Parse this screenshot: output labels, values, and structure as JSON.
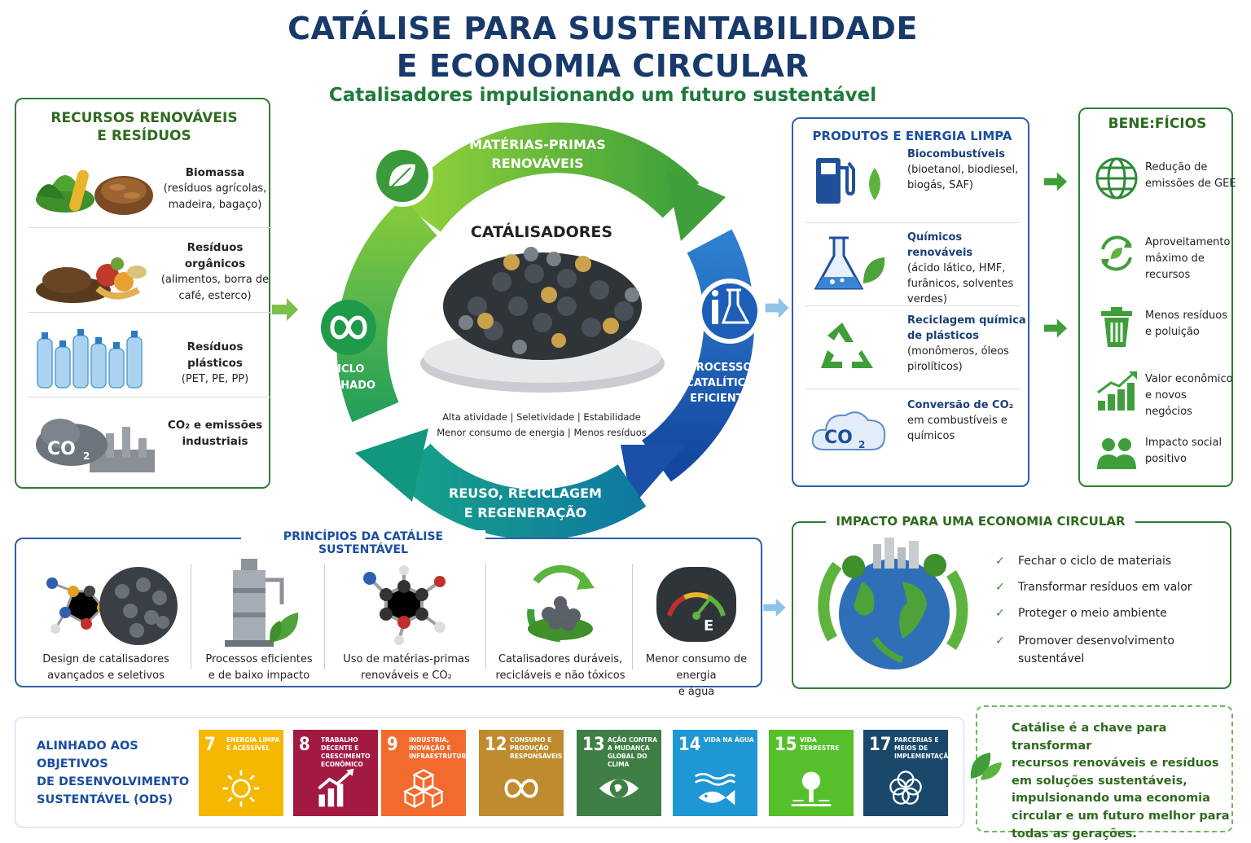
{
  "header": {
    "title_line1": "CATÁLISE PARA SUSTENTABILIDADE",
    "title_line2": "E ECONOMIA CIRCULAR",
    "subtitle": "Catalisadores impulsionando um futuro sustentável"
  },
  "resources": {
    "heading_line1": "RECURSOS RENOVÁVEIS",
    "heading_line2": "E RESÍDUOS",
    "items": [
      {
        "title": "Biomassa",
        "desc": "(resíduos agrícolas, madeira, bagaço)",
        "icon": "biomass-icon"
      },
      {
        "title": "Resíduos orgânicos",
        "desc": "(alimentos, borra de café, esterco)",
        "icon": "organic-waste-icon"
      },
      {
        "title": "Resíduos plásticos",
        "desc": "(PET, PE, PP)",
        "icon": "plastic-bottles-icon"
      },
      {
        "title": "CO₂ e emissões",
        "desc": "industriais",
        "icon": "co2-factory-icon"
      }
    ]
  },
  "cycle": {
    "top_label_line1": "MATÉRIAS-PRIMAS",
    "top_label_line2": "RENOVÁVEIS",
    "right_label_line1": "PROCESSOS",
    "right_label_line2": "CATALÍTICOS",
    "right_label_line3": "EFICIENTES",
    "bottom_label_line1": "REUSO, RECICLAGEM",
    "bottom_label_line2": "E REGENERAÇÃO",
    "left_label_line1": "CICLO",
    "left_label_line2": "FECHADO",
    "center_title": "CATÁLISADORES",
    "center_props_line1": "Alta atividade  |  Seletividade  |  Estabilidade",
    "center_props_line2": "Menor consumo de energia  |  Menos resíduos",
    "colors": {
      "green": "#5cb83a",
      "blue": "#1d5fb8",
      "teal": "#11877f"
    }
  },
  "products": {
    "heading": "PRODUTOS E ENERGIA LIMPA",
    "items": [
      {
        "title": "Biocombustíveis",
        "desc": "(bioetanol, biodiesel, biogás, SAF)",
        "icon": "fuel-pump-icon"
      },
      {
        "title": "Químicos renováveis",
        "desc": "(ácido lático, HMF, furânicos, solventes verdes)",
        "icon": "flask-icon"
      },
      {
        "title": "Reciclagem química de plásticos",
        "desc": "(monômeros, óleos pirolíticos)",
        "icon": "recycle-icon"
      },
      {
        "title": "Conversão de CO₂",
        "desc": "em combustíveis e químicos",
        "icon": "co2-cloud-icon"
      }
    ]
  },
  "benefits": {
    "heading": "BENE:FÍCIOS",
    "items": [
      {
        "text": "Redução de emissões de GEE",
        "icon": "globe-icon"
      },
      {
        "text": "Aproveitamento máximo de recursos",
        "icon": "circular-arrows-icon"
      },
      {
        "text": "Menos resíduos e poluição",
        "icon": "trash-can-icon"
      },
      {
        "text": "Valor econômico e novos negócios",
        "icon": "growth-chart-icon"
      },
      {
        "text": "Impacto social positivo",
        "icon": "people-icon"
      }
    ]
  },
  "principles": {
    "heading": "PRINCÍPIOS DA CATÁLISE SUSTENTÁVEL",
    "items": [
      {
        "line1": "Design de catalisadores",
        "line2": "avançados e seletivos",
        "icon": "molecule-catalyst-icon"
      },
      {
        "line1": "Processos eficientes",
        "line2": "e de baixo impacto",
        "icon": "reactor-icon"
      },
      {
        "line1": "Uso de matérias-primas",
        "line2": "renováveis e CO₂",
        "icon": "molecule-icon"
      },
      {
        "line1": "Catalisadores duráveis,",
        "line2": "recicláveis e não tóxicos",
        "icon": "recycle-catalyst-icon"
      },
      {
        "line1": "Menor consumo de energia",
        "line2": "e água",
        "icon": "energy-gauge-icon"
      }
    ]
  },
  "impact": {
    "heading": "IMPACTO PARA UMA ECONOMIA CIRCULAR",
    "items": [
      {
        "text": "Fechar o ciclo de materiais"
      },
      {
        "text": "Transformar resíduos em valor"
      },
      {
        "text": "Proteger o meio ambiente"
      },
      {
        "text": "Promover desenvolvimento sustentável"
      }
    ]
  },
  "ods": {
    "heading_line1": "ALINHADO AOS OBJETIVOS",
    "heading_line2": "DE DESENVOLVIMENTO",
    "heading_line3": "SUSTENTÁVEL (ODS)",
    "goals": [
      {
        "num": "7",
        "text": "ENERGIA LIMPA E ACESSÍVEL",
        "color": "#f5b700",
        "icon": "sun-icon"
      },
      {
        "num": "8",
        "text": "TRABALHO DECENTE E CRESCIMENTO ECONÔMICO",
        "color": "#a21942",
        "icon": "growth-icon"
      },
      {
        "num": "9",
        "text": "INDÚSTRIA, INOVAÇÃO E INFRAESTRUTURA",
        "color": "#f26a2d",
        "icon": "cubes-icon"
      },
      {
        "num": "12",
        "text": "CONSUMO E PRODUÇÃO RESPONSÁVEIS",
        "color": "#bf8b2e",
        "icon": "infinity-icon"
      },
      {
        "num": "13",
        "text": "AÇÃO CONTRA A MUDANÇA GLOBAL DO CLIMA",
        "color": "#3f7e44",
        "icon": "eye-globe-icon"
      },
      {
        "num": "14",
        "text": "VIDA NA ÁGUA",
        "color": "#1f97d4",
        "icon": "fish-icon"
      },
      {
        "num": "15",
        "text": "VIDA TERRESTRE",
        "color": "#56c02b",
        "icon": "tree-icon"
      },
      {
        "num": "17",
        "text": "PARCERIAS E MEIOS DE IMPLEMENTAÇÃO",
        "color": "#19486a",
        "icon": "partnership-icon"
      }
    ]
  },
  "key_message": {
    "line1": "Catálise é a chave para transformar",
    "line2": "recursos renováveis e resíduos",
    "line3": "em soluções sustentáveis,",
    "line4": "impulsionando uma economia",
    "line5": "circular e um futuro melhor para",
    "line6": "todas as gerações."
  }
}
